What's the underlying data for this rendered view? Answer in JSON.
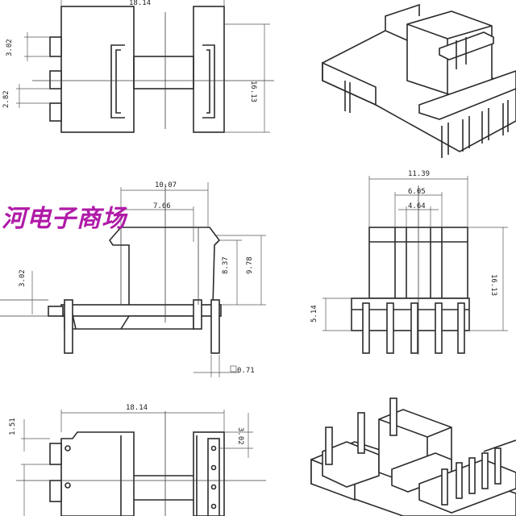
{
  "watermark": "河电子商场",
  "dimensions": {
    "top_width": "18.14",
    "top_pin_offset": "3.02",
    "top_pin_pitch": "2.82",
    "top_height": "16.13",
    "side_width": "10.07",
    "side_inner": "7.66",
    "side_pin": "3.02",
    "side_h1": "8.37",
    "side_h2": "9.78",
    "side_pin_dia": "0.71",
    "front_width": "11.39",
    "front_w2": "6.05",
    "front_w3": "4.64",
    "front_height": "16.13",
    "front_pin_len": "5.14",
    "bottom_width": "18.14",
    "bottom_offset": "1.51",
    "bottom_right": "3.02"
  }
}
